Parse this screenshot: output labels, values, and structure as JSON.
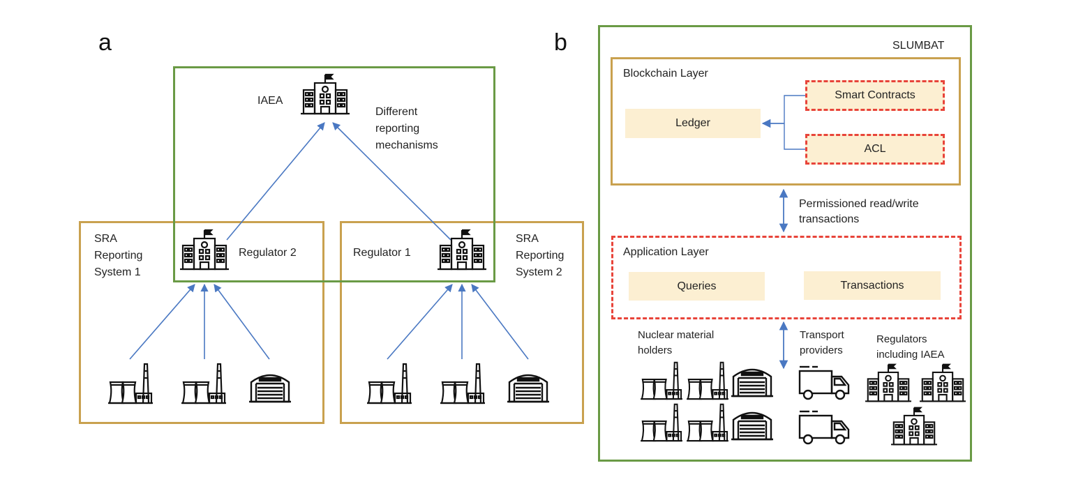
{
  "panel_a": {
    "letter": "a",
    "iaea_label": "IAEA",
    "reporting_note": [
      "Different",
      "reporting",
      "mechanisms"
    ],
    "sra1_label": [
      "SRA",
      "Reporting",
      "System 1"
    ],
    "regulator2_label": "Regulator 2",
    "regulator1_label": "Regulator 1",
    "sra2_label": [
      "SRA",
      "Reporting",
      "System 2"
    ]
  },
  "panel_b": {
    "letter": "b",
    "title": "SLUMBAT",
    "blockchain_layer": {
      "label": "Blockchain Layer",
      "ledger": "Ledger",
      "smart_contracts": "Smart Contracts",
      "acl": "ACL"
    },
    "permission_note": [
      "Permissioned read/write",
      "transactions"
    ],
    "application_layer": {
      "label": "Application Layer",
      "queries": "Queries",
      "transactions": "Transactions"
    },
    "actors": {
      "nuclear_holders": [
        "Nuclear material",
        "holders"
      ],
      "transport": [
        "Transport",
        "providers"
      ],
      "regulators": [
        "Regulators",
        "including IAEA"
      ]
    }
  },
  "colors": {
    "green_border": "#6a9a45",
    "gold_border": "#c9a14f",
    "red_dash": "#e8443a",
    "chip_fill": "#fcefd2",
    "arrow_blue": "#4a78c2"
  },
  "icons": [
    "government-building-icon",
    "nuclear-plant-icon",
    "warehouse-icon",
    "delivery-truck-icon"
  ]
}
